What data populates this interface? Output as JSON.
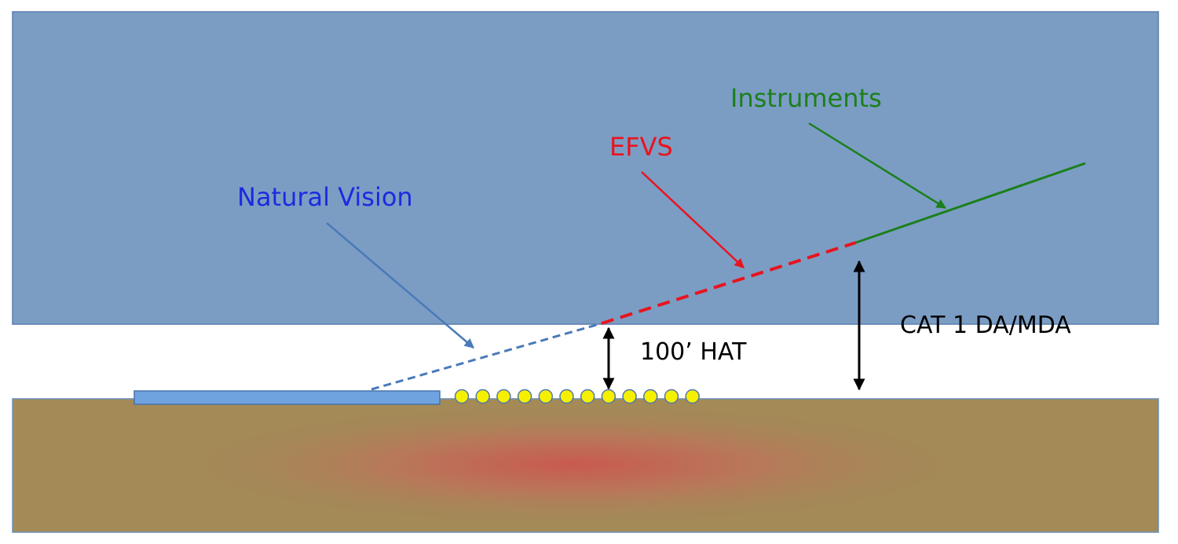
{
  "labels": {
    "natural_vision": "Natural Vision",
    "efvs": "EFVS",
    "instruments": "Instruments",
    "hat": "100’ HAT",
    "cat1": "CAT 1 DA/MDA"
  },
  "colors": {
    "sky": "#7b9dc4",
    "sky_border": "#5a7fb0",
    "ground": "#a38a57",
    "ground_center": "#c95a50",
    "runway": "#6fa3e0",
    "approach_lights": "#f5f000",
    "natural_vision": "#1a2be0",
    "natural_vision_line": "#4a7ab8",
    "efvs": "#e8141e",
    "instruments": "#1b7f1b",
    "dimension": "#000000"
  },
  "approach_light_count": 12
}
